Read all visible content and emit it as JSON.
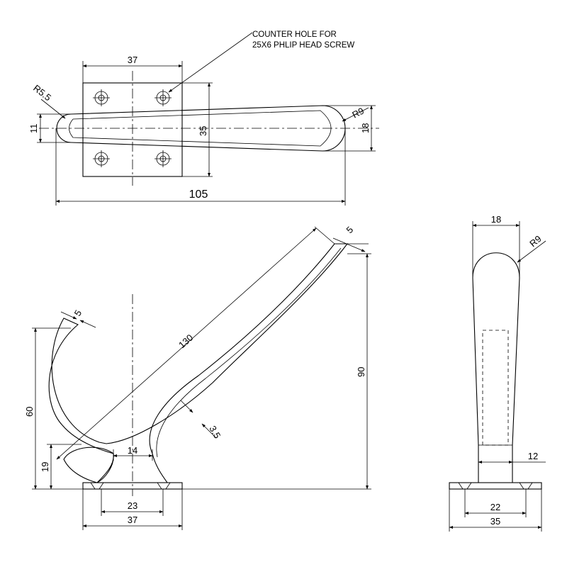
{
  "note": {
    "line1": "COUNTER HOLE FOR",
    "line2": "25X6 PHLIP HEAD SCREW"
  },
  "top_view": {
    "dim_plate_width": "37",
    "dim_radius_left": "R5.5",
    "dim_left_height": "11",
    "dim_plate_height": "35",
    "dim_radius_right": "R9",
    "dim_right_height": "18",
    "dim_overall_length": "105"
  },
  "front_view": {
    "dim_arm_tip": "5",
    "dim_arm_length": "130",
    "dim_hook_tip": "5",
    "dim_total_height": "90",
    "dim_hook_height": "60",
    "dim_thickness": "3.5",
    "dim_neck": "14",
    "dim_base_height": "19",
    "dim_hole_spacing": "23",
    "dim_plate_width": "37"
  },
  "side_view": {
    "dim_top_width": "18",
    "dim_radius": "R9",
    "dim_neck": "12",
    "dim_hole_spacing": "22",
    "dim_plate_width": "35"
  }
}
